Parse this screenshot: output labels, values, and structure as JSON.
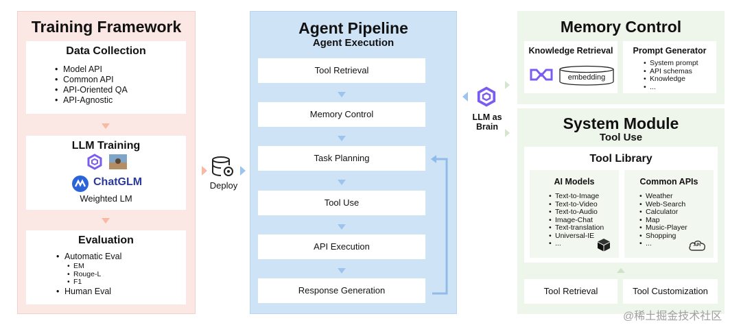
{
  "training": {
    "title": "Training Framework",
    "data_collection": {
      "title": "Data Collection",
      "items": [
        "Model API",
        "Common API",
        "API-Oriented QA",
        "API-Agnostic"
      ]
    },
    "llm_training": {
      "title": "LLM Training",
      "chatglm_label": "ChatGLM",
      "weighted_label": "Weighted LM"
    },
    "evaluation": {
      "title": "Evaluation",
      "auto_label": "Automatic Eval",
      "auto_items": [
        "EM",
        "Rouge-L",
        "F1"
      ],
      "human_label": "Human Eval"
    }
  },
  "deploy": {
    "label": "Deploy"
  },
  "pipeline": {
    "title": "Agent Pipeline",
    "subtitle": "Agent Execution",
    "steps": [
      "Tool Retrieval",
      "Memory Control",
      "Task Planning",
      "Tool Use",
      "API Execution",
      "Response Generation"
    ]
  },
  "brain": {
    "line1": "LLM as",
    "line2": "Brain"
  },
  "memory": {
    "title": "Memory Control",
    "knowledge_title": "Knowledge Retrieval",
    "embedding_label": "embedding",
    "prompt_title": "Prompt Generator",
    "prompt_items": [
      "System prompt",
      "API schemas",
      "Knowledge",
      "..."
    ]
  },
  "system": {
    "title": "System Module",
    "subtitle": "Tool Use",
    "library_title": "Tool Library",
    "ai_models": {
      "title": "AI Models",
      "items": [
        "Text-to-Image",
        "Text-to-Video",
        "Text-to-Audio",
        "Image-Chat",
        "Text-translation",
        "Universal-IE",
        "..."
      ]
    },
    "common_apis": {
      "title": "Common APIs",
      "items": [
        "Weather",
        "Web-Search",
        "Calculator",
        "Map",
        "Music-Player",
        "Shopping",
        "..."
      ],
      "api_badge": "API"
    },
    "tool_retrieval": "Tool Retrieval",
    "tool_customization": "Tool Customization"
  },
  "watermark": "@稀土掘金技术社区",
  "colors": {
    "left_panel": "#fbe7e3",
    "mid_panel": "#cfe3f6",
    "right_panel": "#eef5ea",
    "arrow_salmon": "#f6b9a4",
    "arrow_blue": "#9cc4ec",
    "logo_purple": "#7b5cf0"
  }
}
